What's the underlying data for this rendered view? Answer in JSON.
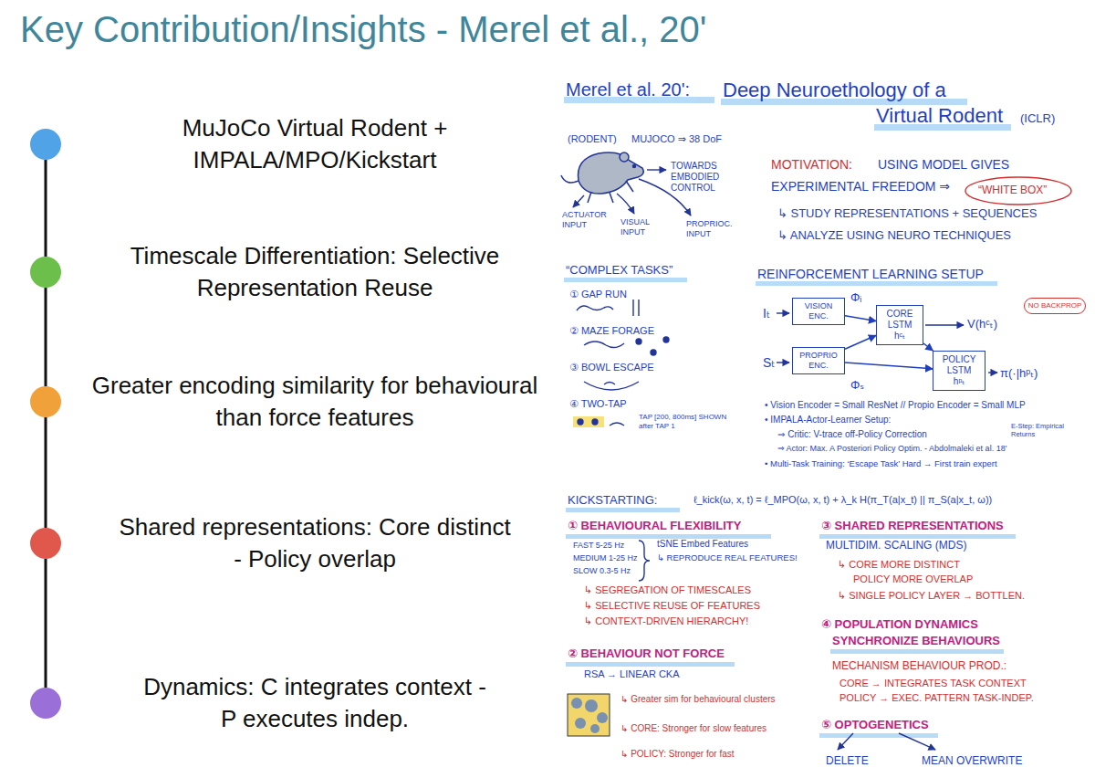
{
  "diagram": {
    "title": "Key Contribution/Insights - Merel et al., 20'",
    "nodes": [
      {
        "text": [
          "MuJoCo Virtual Rodent + IMPALA/MPO/Kickstart"
        ]
      },
      {
        "text": [
          "Timescale Differentiation: Selective Representation Reuse"
        ]
      },
      {
        "text": [
          "Greater encoding similarity for behavioural than force features"
        ]
      },
      {
        "text": [
          "Shared representations: Core distinct - Policy overlap"
        ]
      },
      {
        "text": [
          "Dynamics: C integrates context - P executes indep."
        ]
      },
      {
        "text": [
          "VISION ENC."
        ]
      },
      {
        "text": [
          "PROPRIO ENC."
        ]
      },
      {
        "text": [
          "CORE LSTM",
          "hᶜₜ"
        ]
      },
      {
        "text": [
          "POLICY LSTM",
          "hᵖₜ"
        ]
      },
      {
        "text": [
          "NO BACKPROP"
        ]
      }
    ],
    "edges": [
      {
        "from": 0,
        "to": 1,
        "arrow": "none"
      },
      {
        "from": 1,
        "to": 2,
        "arrow": "none"
      },
      {
        "from": 2,
        "to": 3,
        "arrow": "none"
      },
      {
        "from": 3,
        "to": 4,
        "arrow": "none"
      },
      {
        "from": 5,
        "to": 7,
        "arrow": "to"
      },
      {
        "from": 6,
        "to": 7,
        "arrow": "to"
      },
      {
        "from": 6,
        "to": 8,
        "arrow": "to"
      },
      {
        "from": 7,
        "to": 8,
        "arrow": "to"
      }
    ],
    "labels": [
      "Merel et al. 20':",
      "Deep Neuroethology of a",
      "Virtual Rodent",
      "(ICLR)",
      "(RODENT)",
      "MUJOCO ⇒ 38 DoF",
      "TOWARDS EMBODIED CONTROL",
      "MOTIVATION:",
      "USING MODEL GIVES",
      "EXPERIMENTAL FREEDOM ⇒",
      "“WHITE BOX”",
      "↳ STUDY REPRESENTATIONS + SEQUENCES",
      "↳ ANALYZE USING NEURO TECHNIQUES",
      "ACTUATOR INPUT",
      "VISUAL INPUT",
      "PROPRIOC. INPUT",
      "“COMPLEX TASKS”",
      "REINFORCEMENT LEARNING SETUP",
      "① GAP RUN",
      "② MAZE FORAGE",
      "③ BOWL ESCAPE",
      "④ TWO-TAP",
      "TAP [200, 800ms] SHOWN after TAP 1",
      "Iₜ",
      "Sₜ",
      "Φᵢ",
      "Φₛ",
      "V(hᶜₜ)",
      "π(·|hᵖₜ)",
      "• Vision Encoder = Small ResNet // Propio Encoder = Small MLP",
      "• IMPALA-Actor-Learner Setup:",
      "⇒ Critic: V-trace off-Policy Correction",
      "E-Step: Empirical Returns",
      "⇒ Actor: Max. A Posteriori Policy Optim. - Abdolmaleki et al. 18'",
      "• Multi-Task Training: ‘Escape Task’ Hard → First train expert",
      "KICKSTARTING:",
      "ℓ_kick(ω, x, t) = ℓ_MPO(ω, x, t) + λ_k H(π_T(a|x_t) || π_S(a|x_t, ω))",
      "① BEHAVIOURAL FLEXIBILITY",
      "FAST 5-25 Hz",
      "MEDIUM 1-25 Hz",
      "SLOW 0.3-5 Hz",
      "tSNE Embed Features",
      "↳ REPRODUCE REAL FEATURES!",
      "↳ SEGREGATION OF TIMESCALES",
      "↳ SELECTIVE REUSE OF FEATURES",
      "↳ CONTEXT-DRIVEN HIERARCHY!",
      "② BEHAVIOUR NOT FORCE",
      "RSA → LINEAR CKA",
      "↳ Greater sim for behavioural clusters",
      "↳ CORE: Stronger for slow features",
      "↳ POLICY: Stronger for fast",
      "③ SHARED REPRESENTATIONS",
      "MULTIDIM. SCALING (MDS)",
      "↳ CORE MORE DISTINCT",
      "POLICY MORE OVERLAP",
      "↳ SINGLE POLICY LAYER → BOTTLEN.",
      "④ POPULATION DYNAMICS",
      "SYNCHRONIZE BEHAVIOURS",
      "MECHANISM BEHAVIOUR PROD.:",
      "CORE → INTEGRATES TASK CONTEXT",
      "POLICY → EXEC. PATTERN TASK-INDEP.",
      "⑤ OPTOGENETICS",
      "DELETE",
      "MEAN OVERWRITE"
    ]
  }
}
